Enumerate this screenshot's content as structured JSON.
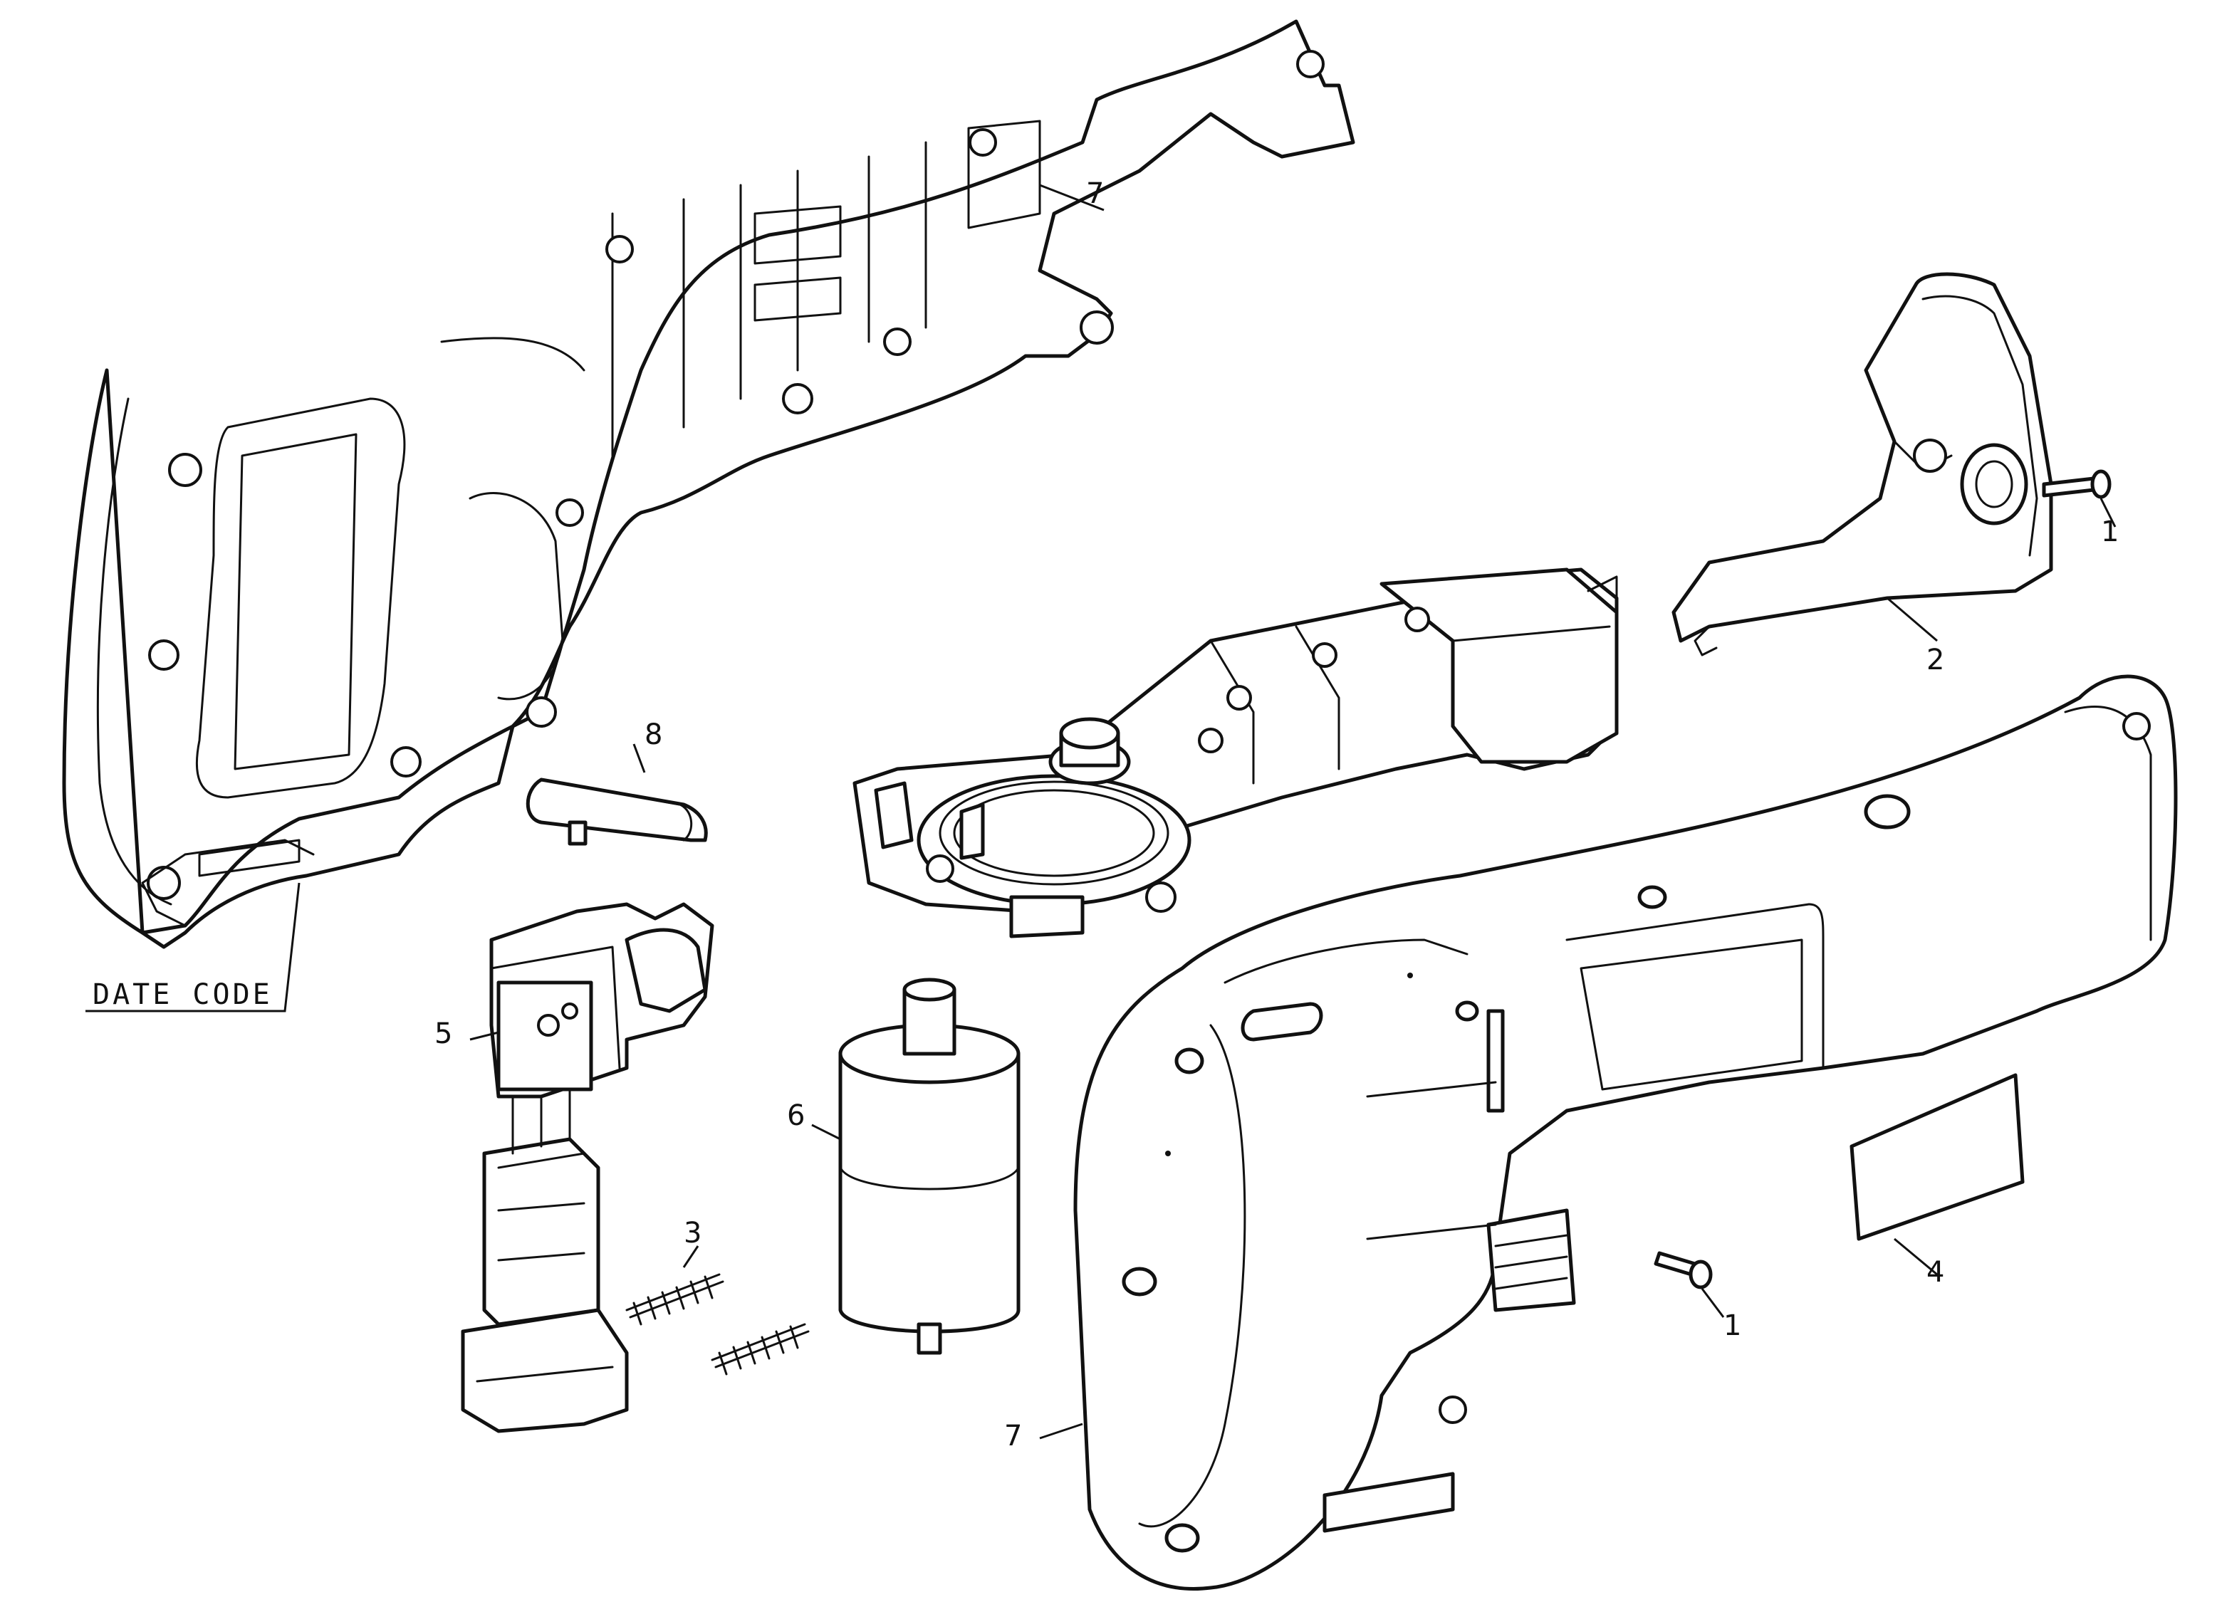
{
  "callouts": {
    "c1_top": "1",
    "c2": "2",
    "c3": "3",
    "c4": "4",
    "c5": "5",
    "c6": "6",
    "c7_top": "7",
    "c7_bottom": "7",
    "c8": "8",
    "c1_bottom": "1"
  },
  "date_code_label": "DATE CODE",
  "colors": {
    "line": "#111111",
    "background": "#ffffff"
  }
}
